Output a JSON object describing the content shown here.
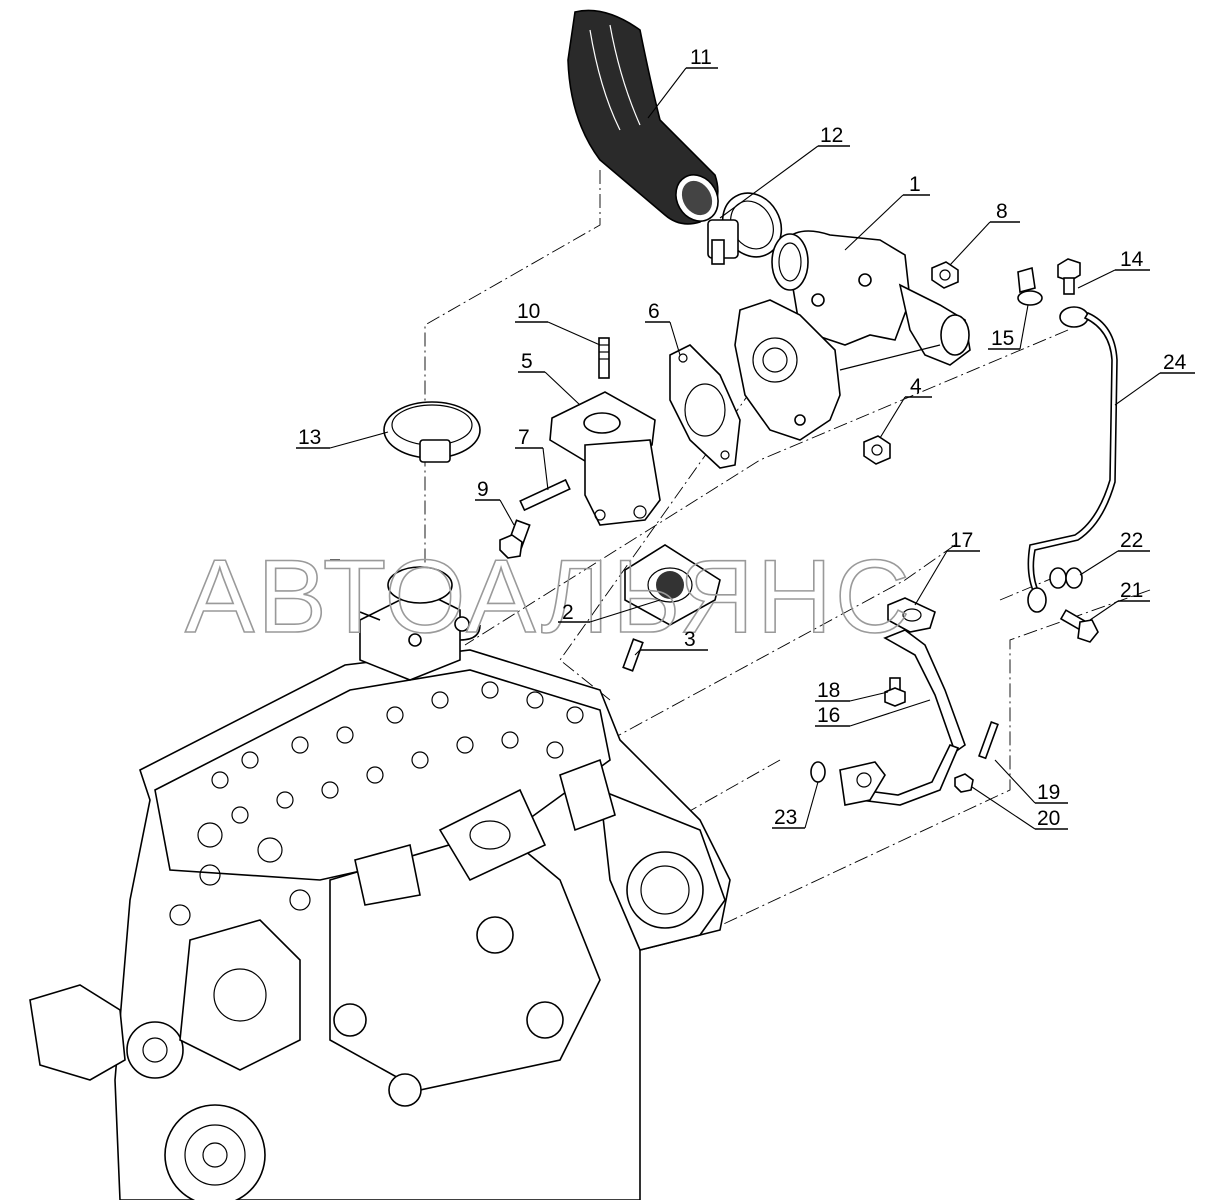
{
  "watermark": "АВТОАЛЬЯНС",
  "callouts": [
    {
      "id": "11",
      "label": "11"
    },
    {
      "id": "12",
      "label": "12"
    },
    {
      "id": "1",
      "label": "1"
    },
    {
      "id": "8",
      "label": "8"
    },
    {
      "id": "14",
      "label": "14"
    },
    {
      "id": "15",
      "label": "15"
    },
    {
      "id": "10",
      "label": "10"
    },
    {
      "id": "6",
      "label": "6"
    },
    {
      "id": "5",
      "label": "5"
    },
    {
      "id": "24",
      "label": "24"
    },
    {
      "id": "4",
      "label": "4"
    },
    {
      "id": "13",
      "label": "13"
    },
    {
      "id": "7",
      "label": "7"
    },
    {
      "id": "9",
      "label": "9"
    },
    {
      "id": "17",
      "label": "17"
    },
    {
      "id": "22",
      "label": "22"
    },
    {
      "id": "2",
      "label": "2"
    },
    {
      "id": "21",
      "label": "21"
    },
    {
      "id": "3",
      "label": "3"
    },
    {
      "id": "18",
      "label": "18"
    },
    {
      "id": "16",
      "label": "16"
    },
    {
      "id": "19",
      "label": "19"
    },
    {
      "id": "23",
      "label": "23"
    },
    {
      "id": "20",
      "label": "20"
    }
  ]
}
